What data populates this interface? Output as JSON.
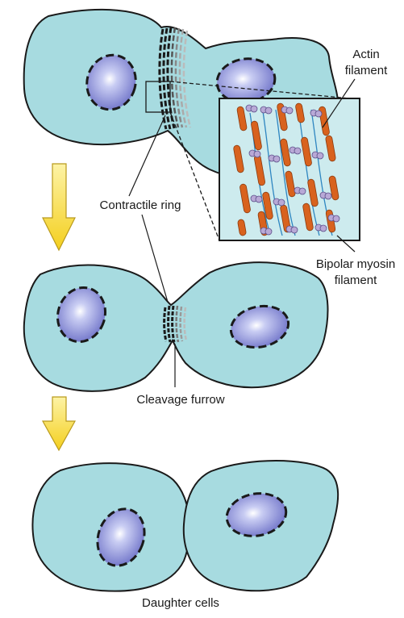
{
  "labels": {
    "actin": [
      "Actin",
      "filament"
    ],
    "contractile_ring": "Contractile ring",
    "myosin": [
      "Bipolar myosin",
      "filament"
    ],
    "cleavage_furrow": "Cleavage furrow",
    "daughter_cells": "Daughter cells"
  },
  "colors": {
    "cytoplasm": "#a7dbe0",
    "outline": "#1a1a1a",
    "nucleus": "#7b7fd1",
    "nucleus_highlight": "#ffffff",
    "actin": "#d8621e",
    "myosin_head": "#b8a9d6",
    "myosin_tail": "#2e86c1",
    "arrow": "#f5d327",
    "arrow_outline": "#b99a1c",
    "inset_bg": "#cdebee"
  }
}
